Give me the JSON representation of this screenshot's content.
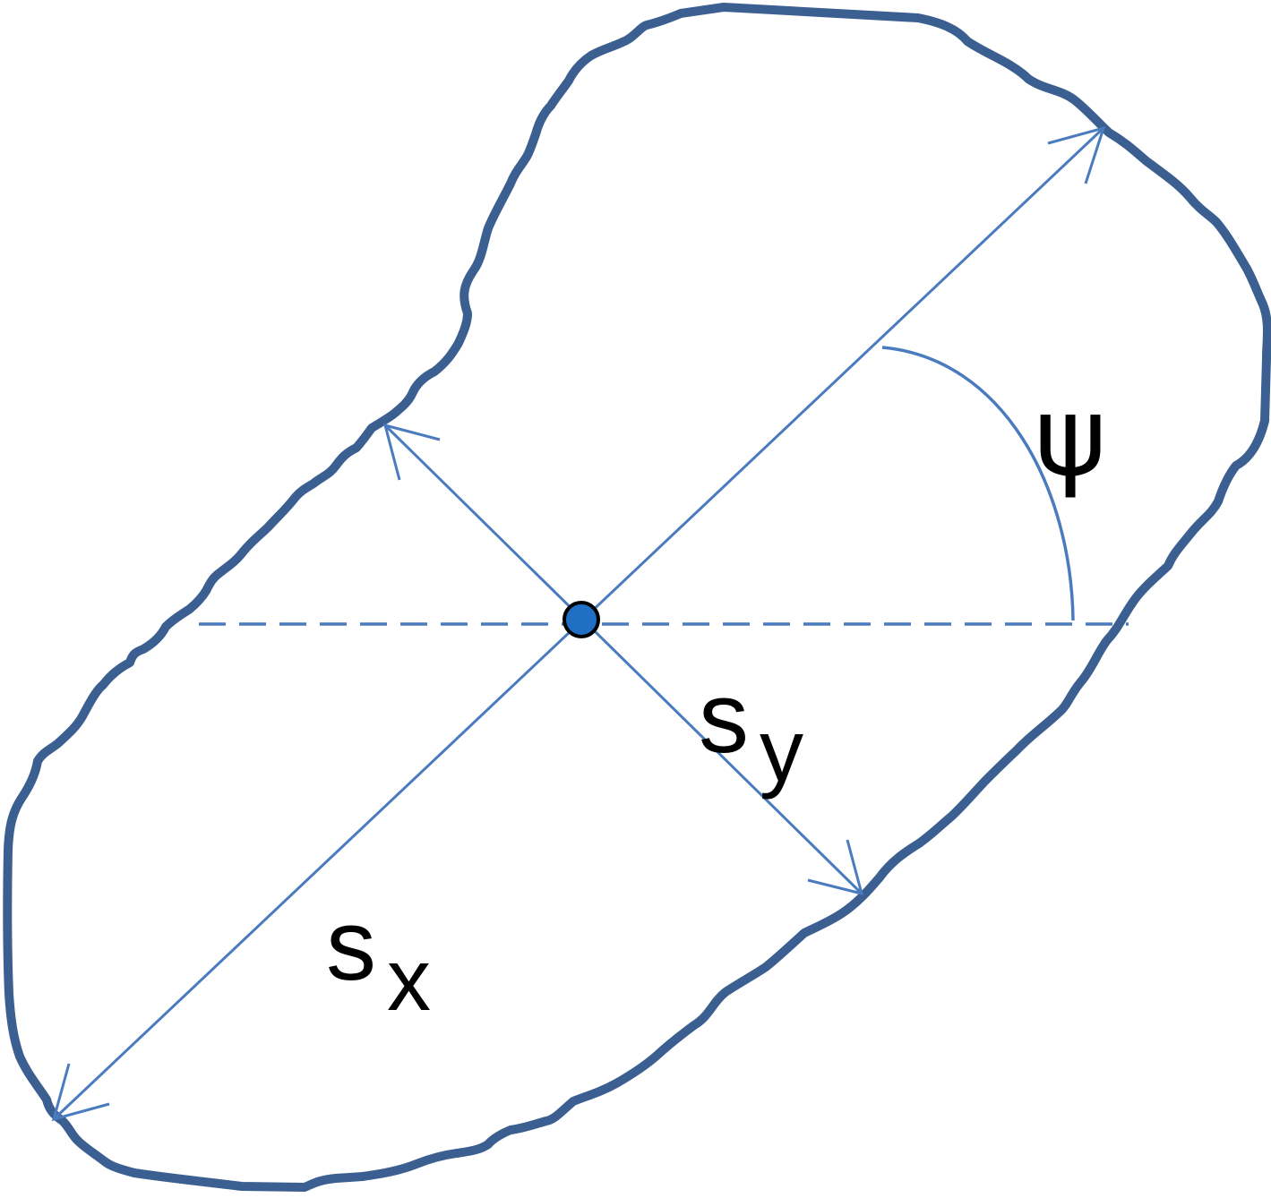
{
  "labels": {
    "sx_main": "s",
    "sx_sub": "x",
    "sy_main": "s",
    "sy_sub": "y",
    "angle": "ψ"
  },
  "colors": {
    "outline": "#3b5f90",
    "axes": "#4a7bbf",
    "centroid_fill": "#1f6fc4",
    "centroid_stroke": "#000000"
  }
}
